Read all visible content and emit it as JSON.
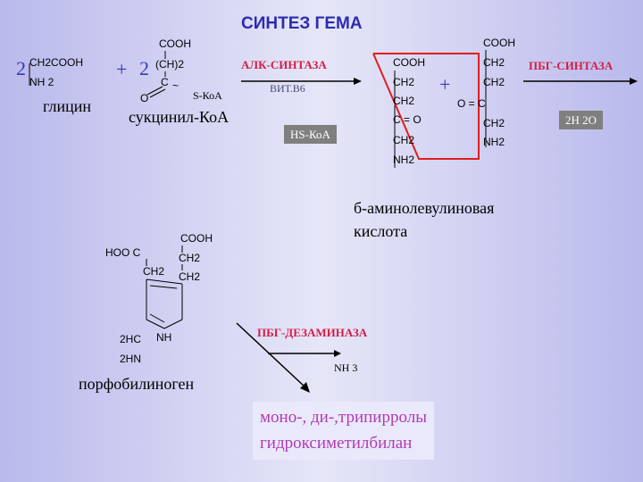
{
  "title": "СИНТЕЗ ГЕМА",
  "glycine": {
    "coef": "2",
    "formula_ch2cooh": "CH2COOH",
    "formula_nh2": "NH 2",
    "label": "глицин"
  },
  "plus_sign": "+",
  "succinyl": {
    "coef": "2",
    "cooh": "COOH",
    "ch2_2": "(CH)2",
    "c": "C",
    "tilde": "~",
    "o": "O",
    "skoa": "S-КоА",
    "label": "сукцинил-КоА"
  },
  "enzyme_alas": "АЛК-СИНТАЗА",
  "cofactor": "ВИТ.В6",
  "hskoa_box": "HS-КоА",
  "ala1": {
    "lines": [
      "COOH",
      "CH2",
      "CH2",
      "C = O",
      "CH2",
      "NH2"
    ]
  },
  "ala_plus": "+",
  "ala2": {
    "lines": [
      "COOH",
      "CH2",
      "CH2",
      "O = C",
      "CH2",
      "NH2"
    ]
  },
  "enzyme_pbg_synthase": "ПБГ-СИНТАЗА",
  "water_box": "2H 2O",
  "ala_name_line1": "б-аминолевулиновая",
  "ala_name_line2": "кислота",
  "pbg": {
    "hooc": "HOO C",
    "ch2_left": "CH2",
    "cooh": "COOH",
    "ch2_r1": "CH2",
    "ch2_r2": "CH2",
    "h2c": "2HC",
    "h2n": "2HN",
    "nh": "NH",
    "label": "порфобилиноген"
  },
  "enzyme_pbg_deaminase": "ПБГ-ДЕЗАМИНАЗА",
  "nh3": "NH 3",
  "result_line1": "моно-, ди-,трипирролы",
  "result_line2": "гидроксиметилбилан",
  "colors": {
    "title": "#2b2bb0",
    "enzyme": "#d21e46",
    "result_text": "#b23ab5",
    "red_line": "#e01e1e"
  }
}
